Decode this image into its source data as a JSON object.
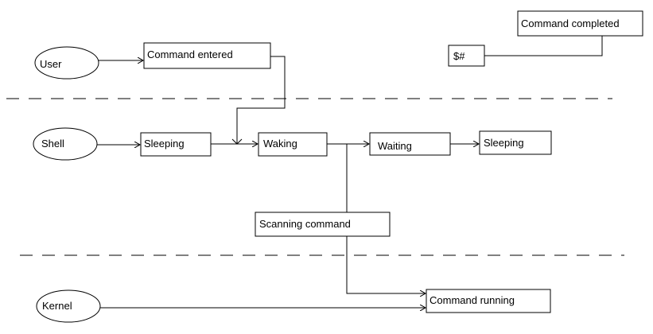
{
  "lanes": {
    "user": "User",
    "shell": "Shell",
    "kernel": "Kernel"
  },
  "boxes": {
    "command_entered": "Command entered",
    "command_completed": "Command completed",
    "prompt": "$#",
    "sleeping_1": "Sleeping",
    "waking": "Waking",
    "waiting": "Waiting",
    "sleeping_2": "Sleeping",
    "scanning_command": "Scanning command",
    "command_running": "Command running"
  }
}
